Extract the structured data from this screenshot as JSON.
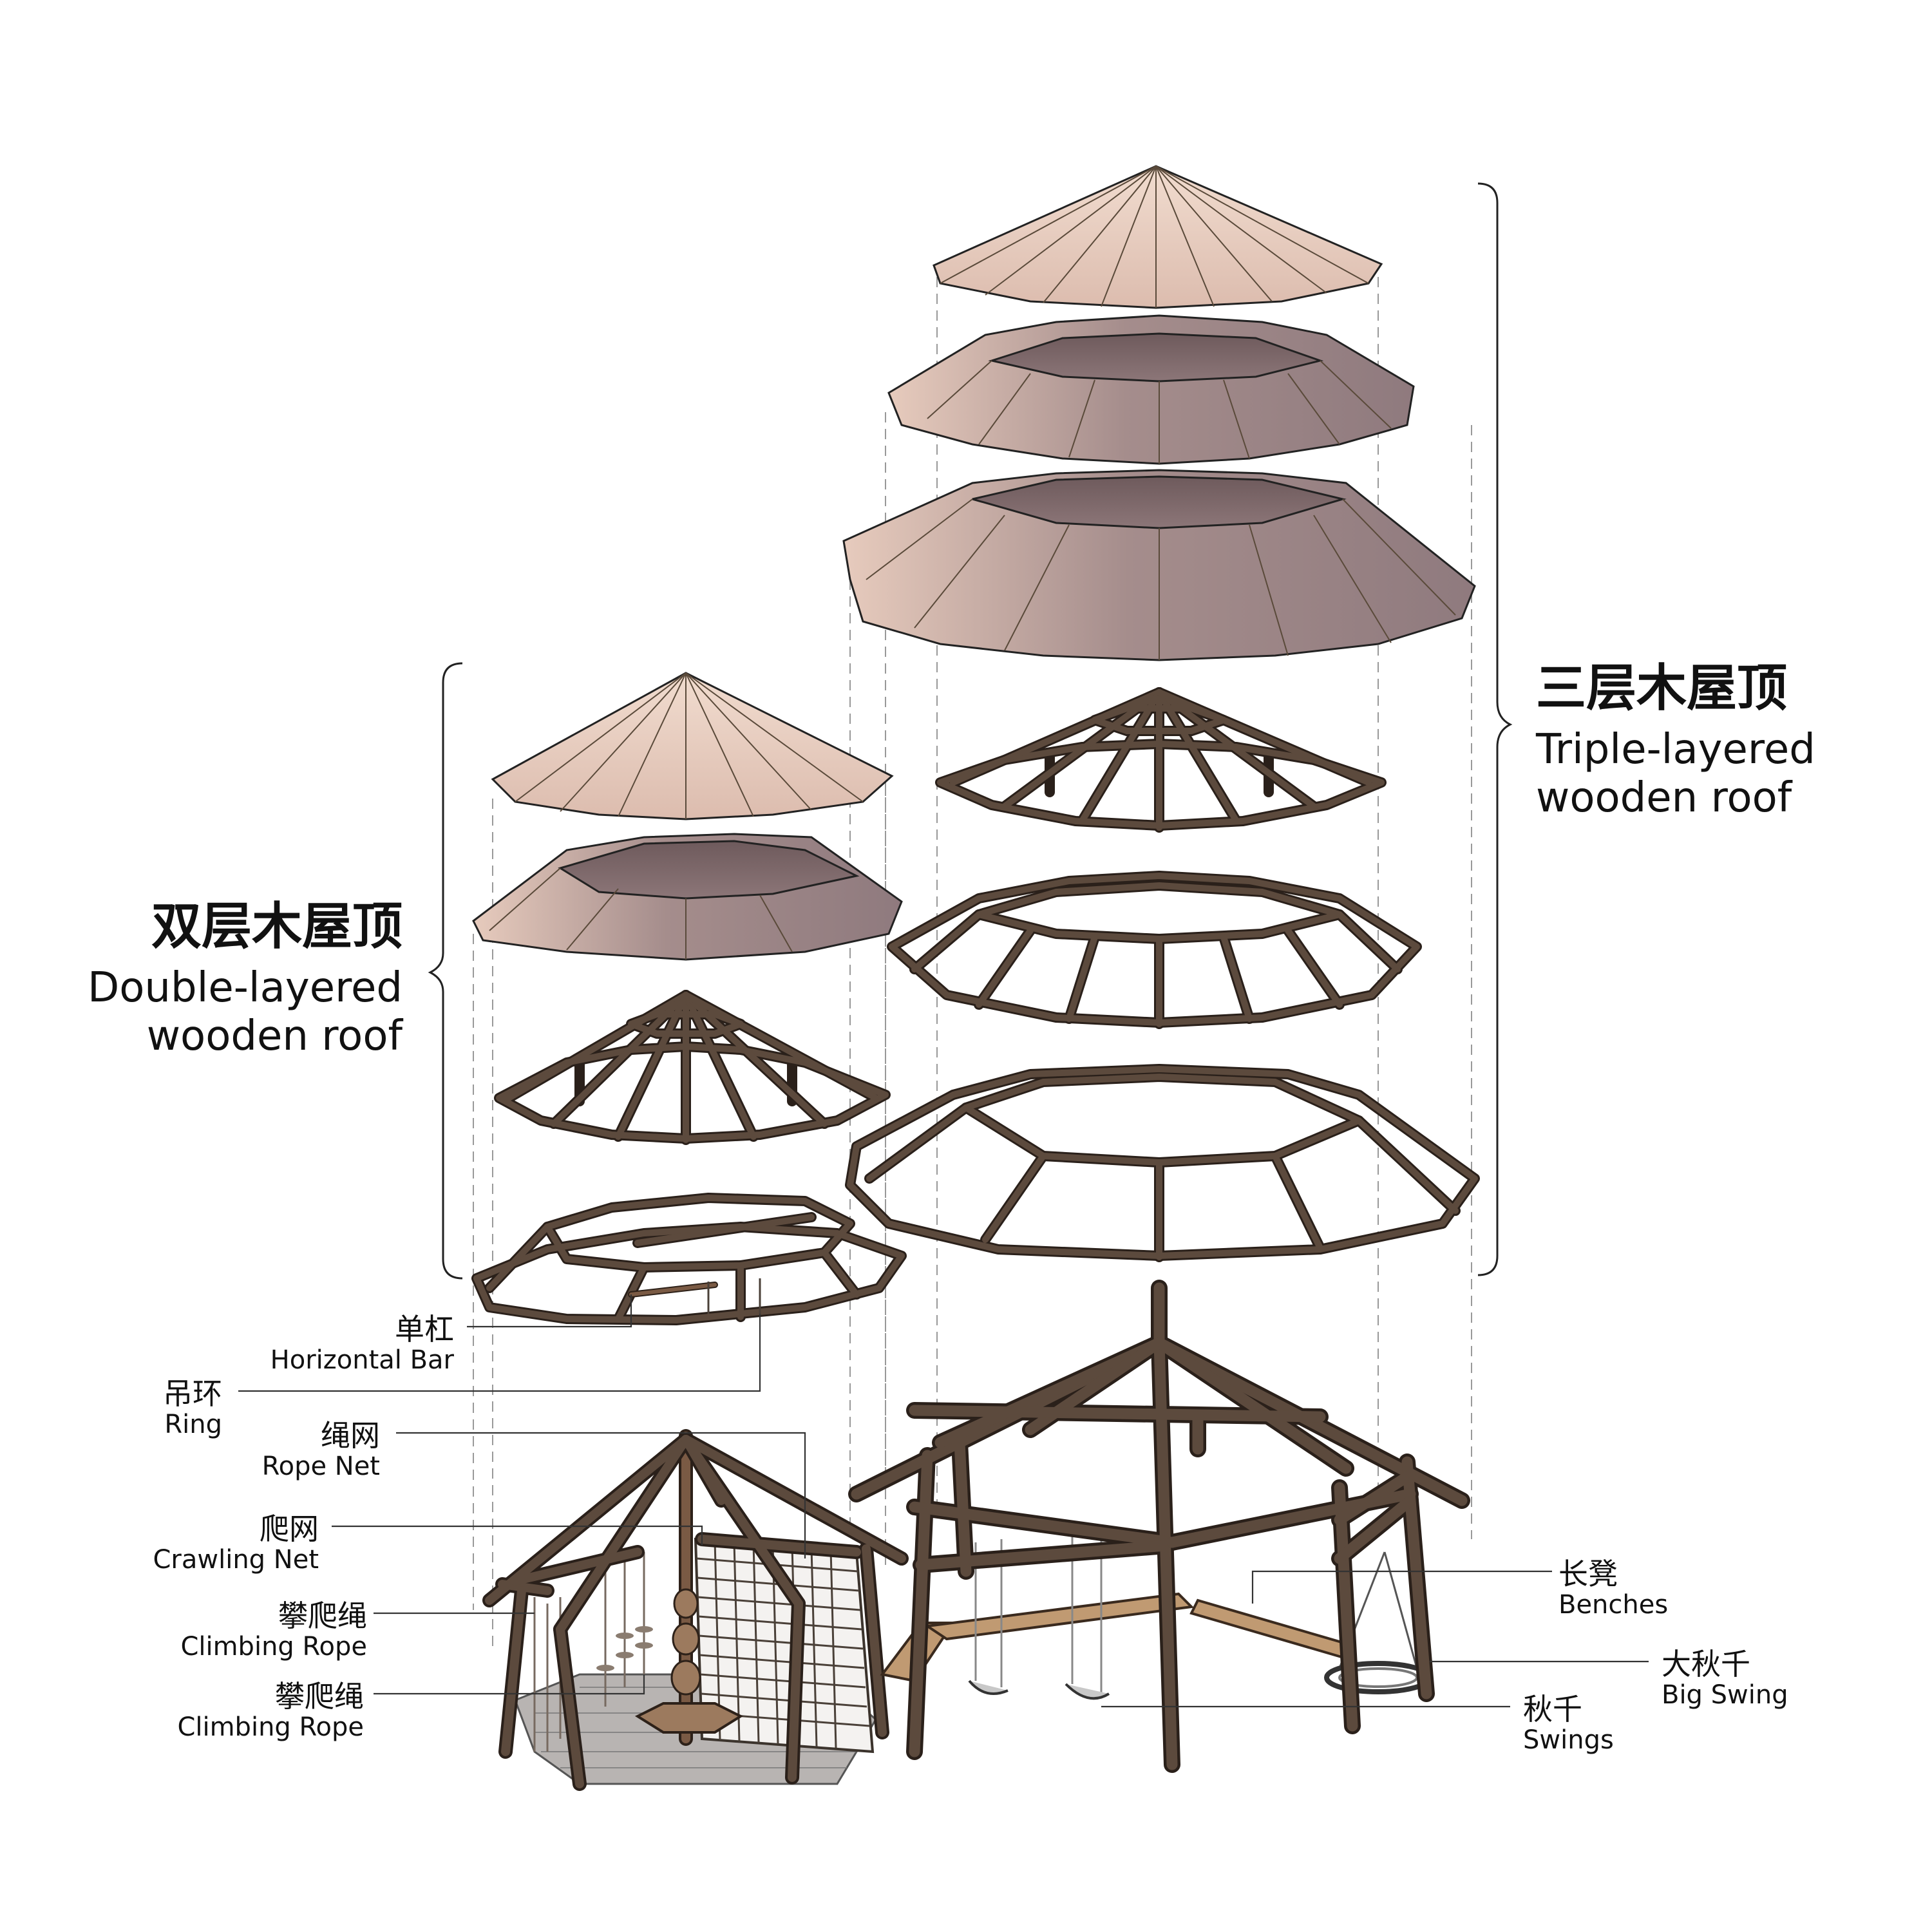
{
  "groups": {
    "double": {
      "title_zh": "双层木屋顶",
      "title_en_1": "Double-layered",
      "title_en_2": "wooden roof"
    },
    "triple": {
      "title_zh": "三层木屋顶",
      "title_en_1": "Triple-layered",
      "title_en_2": "wooden roof"
    }
  },
  "labels": {
    "horizontal_bar": {
      "zh": "单杠",
      "en": "Horizontal Bar"
    },
    "ring": {
      "zh": "吊环",
      "en": "Ring"
    },
    "rope_net": {
      "zh": "绳网",
      "en": "Rope Net"
    },
    "crawling_net": {
      "zh": "爬网",
      "en": "Crawling Net"
    },
    "climbing_rope_1": {
      "zh": "攀爬绳",
      "en": "Climbing Rope"
    },
    "climbing_rope_2": {
      "zh": "攀爬绳",
      "en": "Climbing Rope"
    },
    "benches": {
      "zh": "长凳",
      "en": "Benches"
    },
    "big_swing": {
      "zh": "大秋千",
      "en": "Big Swing"
    },
    "swings": {
      "zh": "秋千",
      "en": "Swings"
    }
  },
  "colors": {
    "roof_light": "#e8cdbf",
    "roof_mid": "#c9aba0",
    "roof_dark": "#8a7478",
    "timber": "#6b5546",
    "timber_light": "#9c7a5e"
  }
}
